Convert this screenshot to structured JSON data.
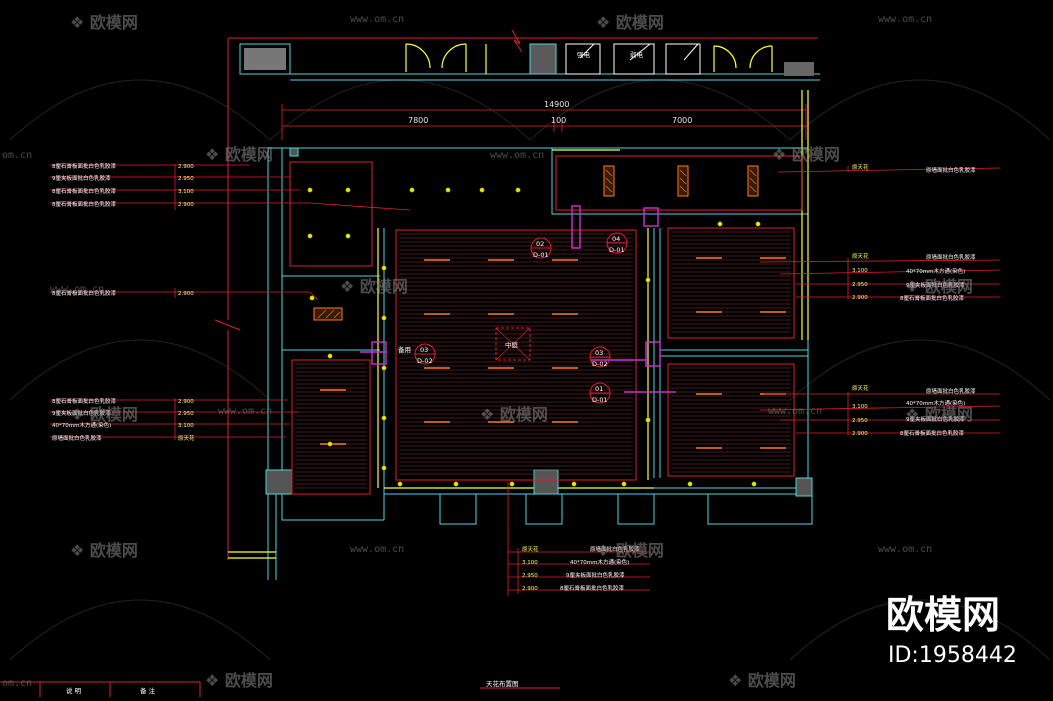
{
  "drawing": {
    "overall_dimension": "14900",
    "sub_dimensions": [
      "7800",
      "100",
      "7000"
    ],
    "room_labels": [
      "强电",
      "弱电"
    ],
    "center_label": "中庭",
    "callouts": [
      {
        "num": "02",
        "sheet": "D-01"
      },
      {
        "num": "04",
        "sheet": "D-01"
      },
      {
        "num": "03",
        "sheet": "D-02"
      },
      {
        "num": "03",
        "sheet": "D-02"
      },
      {
        "num": "01",
        "sheet": "D-01"
      }
    ],
    "side_tag": "备用",
    "left_notes_top": [
      {
        "level": "2.900",
        "text": "8厘石膏板面批白色乳胶漆"
      },
      {
        "level": "2.950",
        "text": "9厘夹板面批白色乳胶漆"
      },
      {
        "level": "3.100",
        "text": "8厘石膏板面批白色乳胶漆"
      },
      {
        "level": "2.900",
        "text": "8厘石膏板面批白色乳胶漆"
      }
    ],
    "left_note_mid": {
      "level": "2.900",
      "text": "8厘石膏板面批白色乳胶漆"
    },
    "left_notes_bottom": [
      {
        "level": "2.900",
        "text": "8厘石膏板面批白色乳胶漆"
      },
      {
        "level": "2.950",
        "text": "9厘夹板面批白色乳胶漆"
      },
      {
        "level": "3.100",
        "text": "40*70mm木方通(染色)"
      },
      {
        "level": "原天花",
        "text": "原墙面批白色乳胶漆"
      }
    ],
    "right_note_top": {
      "level": "原天花",
      "text": "原墙面批白色乳胶漆"
    },
    "right_notes_mid": [
      {
        "level": "原天花",
        "text": "原墙面批白色乳胶漆"
      },
      {
        "level": "3.100",
        "text": "40*70mm木方通(染色)"
      },
      {
        "level": "2.950",
        "text": "9厘夹板面批白色乳胶漆"
      },
      {
        "level": "2.900",
        "text": "8厘石膏板面批白色乳胶漆"
      }
    ],
    "right_notes_low": [
      {
        "level": "原天花",
        "text": "原墙面批白色乳胶漆"
      },
      {
        "level": "3.100",
        "text": "40*70mm木方通(染色)"
      },
      {
        "level": "2.950",
        "text": "9厘夹板面批白色乳胶漆"
      },
      {
        "level": "2.900",
        "text": "8厘石膏板面批白色乳胶漆"
      }
    ],
    "bottom_notes": [
      {
        "level": "原天花",
        "text": "原墙面批白色乳胶漆"
      },
      {
        "level": "3.100",
        "text": "40*70mm木方通(染色)"
      },
      {
        "level": "2.950",
        "text": "9厘夹板面批白色乳胶漆"
      },
      {
        "level": "2.900",
        "text": "8厘石膏板面批白色乳胶漆"
      }
    ],
    "title_block": [
      "说 明",
      "备 注"
    ],
    "bottom_title": "天花布置图"
  },
  "watermark": {
    "brand": "欧模网",
    "url": "www.om.cn",
    "url_partial": "om.cn",
    "id_text": "ID:1958442"
  },
  "colors": {
    "background": "#000000",
    "wall": "#4fd3e0",
    "red": "#e0202a",
    "yellow": "#ffff33",
    "magenta": "#cc33cc",
    "orange": "#ff7a1a"
  }
}
